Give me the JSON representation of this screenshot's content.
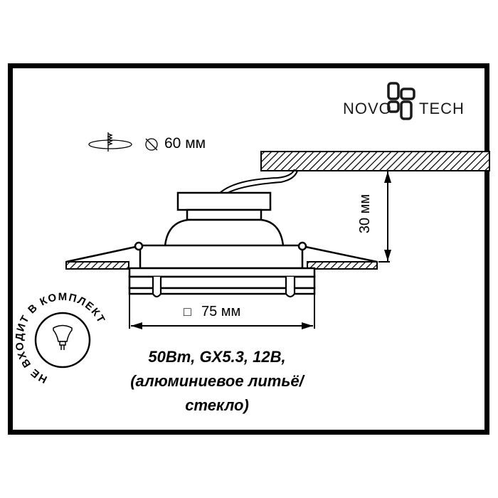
{
  "brand": {
    "logo_left": "NOVO",
    "logo_right": "TECH",
    "logo_color": "#1a1a1a"
  },
  "dimensions": {
    "cutout_diameter": "60 мм",
    "cutout_symbol": "diameter-icon",
    "height": "30 мм",
    "width": "75 мм",
    "width_symbol": "□"
  },
  "badge": {
    "text": "НЕ ВХОДИТ В КОМПЛЕКТ",
    "arc_text_top": "ВХОДИТ В КОМПЛЕКТ",
    "arc_text_bottom": "НЕ",
    "icon": "mr16-lamp-icon"
  },
  "specs": {
    "line1": "50Bm, GX5.3, 12B,",
    "line2": "(алюминиевое литьё/",
    "line3": "стекло)"
  },
  "colors": {
    "stroke": "#000000",
    "background": "#ffffff"
  }
}
